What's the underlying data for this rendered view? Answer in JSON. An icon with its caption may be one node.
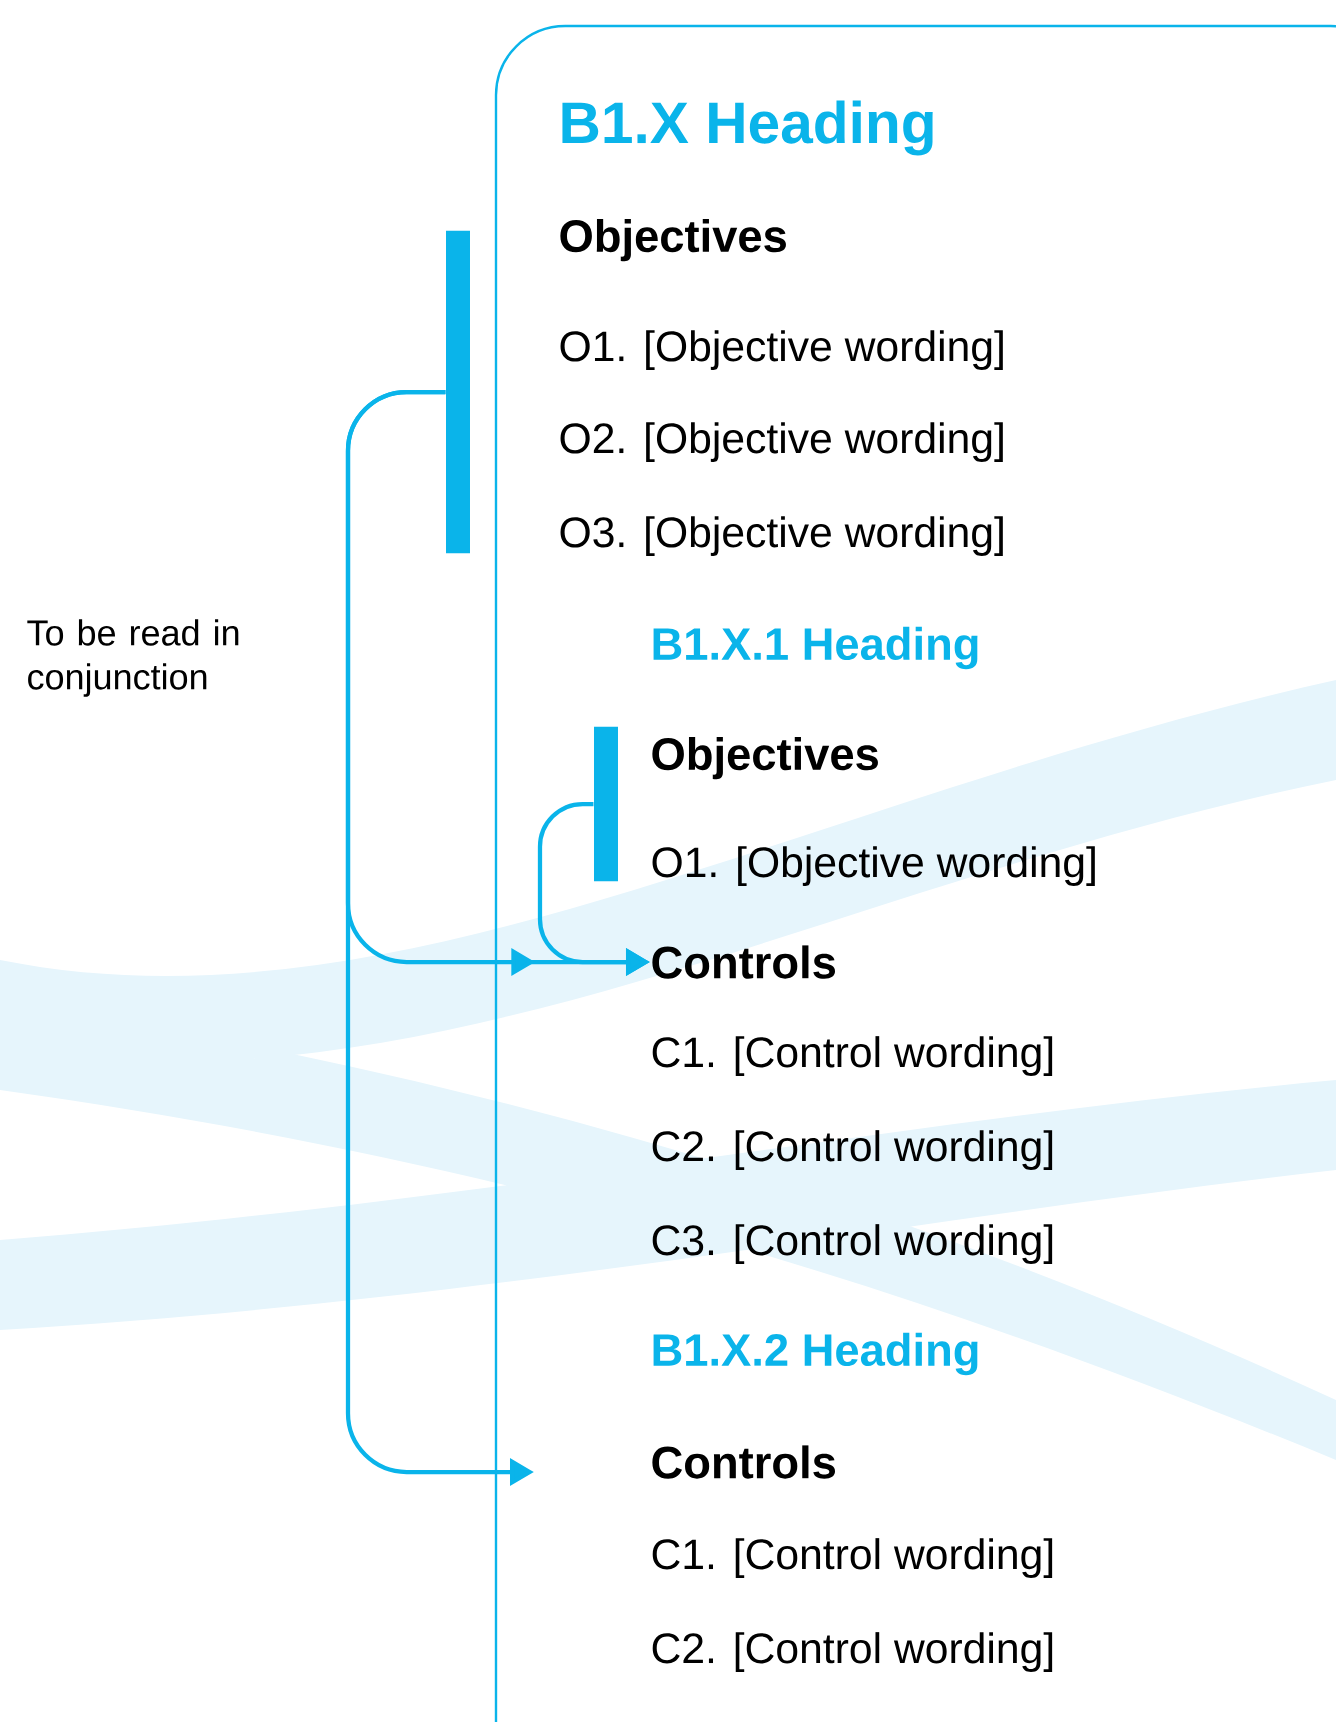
{
  "diagram": {
    "nodes": [
      {
        "text": [],
        "shape": "bar"
      },
      {
        "text": [],
        "shape": "bar"
      },
      {
        "text": [
          "Controls"
        ]
      },
      {
        "text": [
          "Controls"
        ]
      }
    ],
    "edges": [
      {
        "from": 0,
        "to": 2,
        "arrow": "to"
      },
      {
        "from": 0,
        "to": 3,
        "arrow": "to"
      },
      {
        "from": 1,
        "to": 2,
        "arrow": "to"
      }
    ],
    "labels": [
      "B1.X Heading",
      "Objectives",
      "O1. [Objective wording]",
      "O2. [Objective wording]",
      "O3. [Objective wording]",
      "To be read in conjunction",
      "B1.X.1 Heading",
      "Objectives",
      "O1. [Objective wording]",
      "C1. [Control wording]",
      "C2. [Control wording]",
      "C3. [Control wording]",
      "B1.X.2 Heading",
      "C1. [Control wording]",
      "C2. [Control wording]"
    ]
  }
}
